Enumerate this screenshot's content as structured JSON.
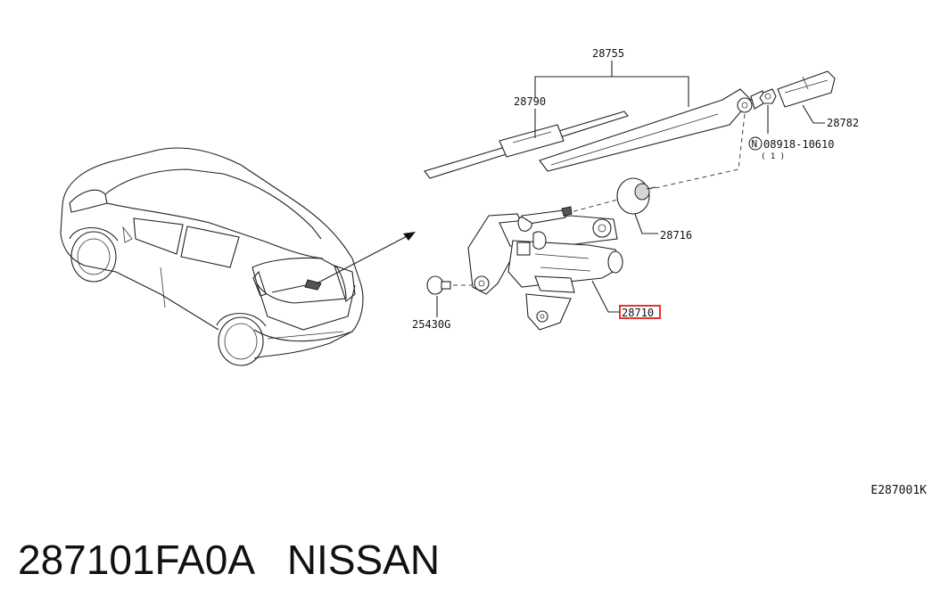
{
  "diagram": {
    "callouts": {
      "wiper_arm_set": "28755",
      "wiper_blade": "28790",
      "cap": "28782",
      "nut": "08918-10610",
      "nut_qty": "( 1 )",
      "nut_symbol": "N",
      "grommet": "28716",
      "motor": "28710",
      "bolt": "25430G"
    },
    "highlight_color": "#e0201a",
    "reference_code": "E287001K"
  },
  "caption": {
    "part_number": "287101FA0A",
    "brand": "NISSAN"
  }
}
